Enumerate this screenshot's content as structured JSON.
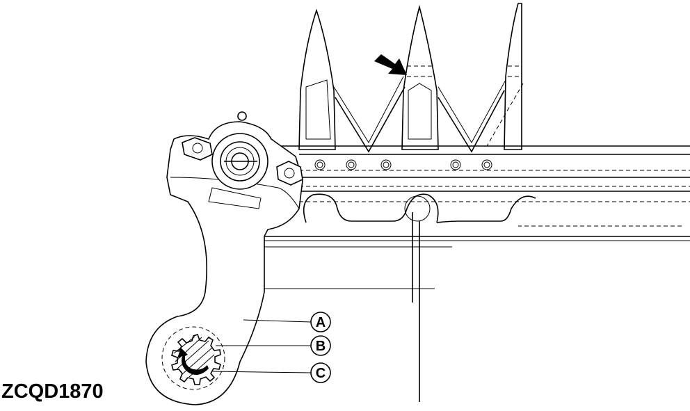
{
  "figure_id": "ZCQD1870",
  "callouts": [
    {
      "letter": "A"
    },
    {
      "letter": "B"
    },
    {
      "letter": "C"
    }
  ],
  "colors": {
    "line": "#000000",
    "background": "#ffffff"
  }
}
